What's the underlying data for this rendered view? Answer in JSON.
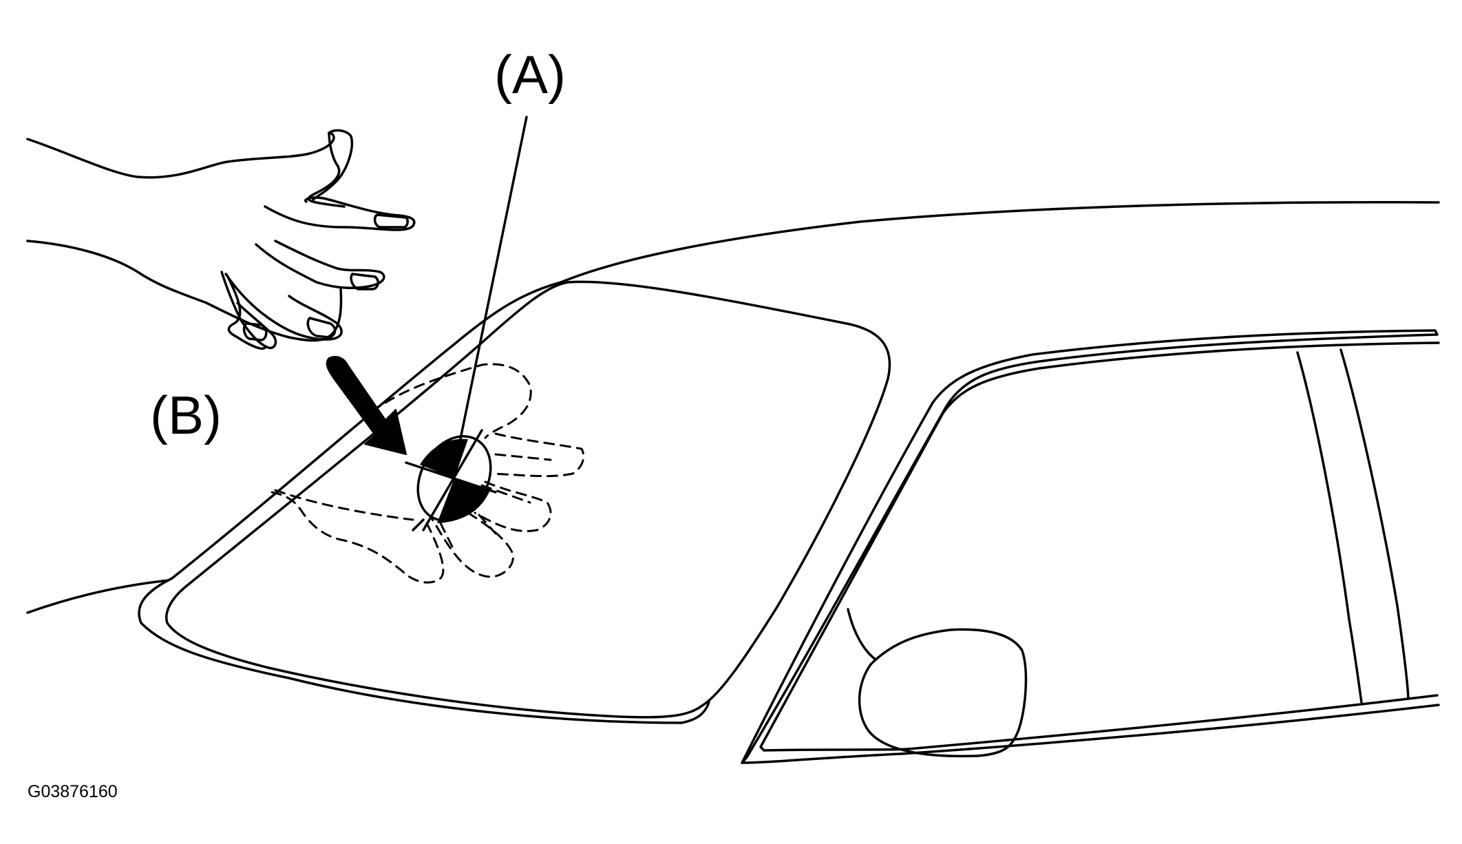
{
  "diagram": {
    "callouts": {
      "a": "(A)",
      "b": "(B)"
    },
    "figure_code": "G03876160",
    "colors": {
      "ink": "#000000",
      "paper": "#ffffff"
    }
  }
}
